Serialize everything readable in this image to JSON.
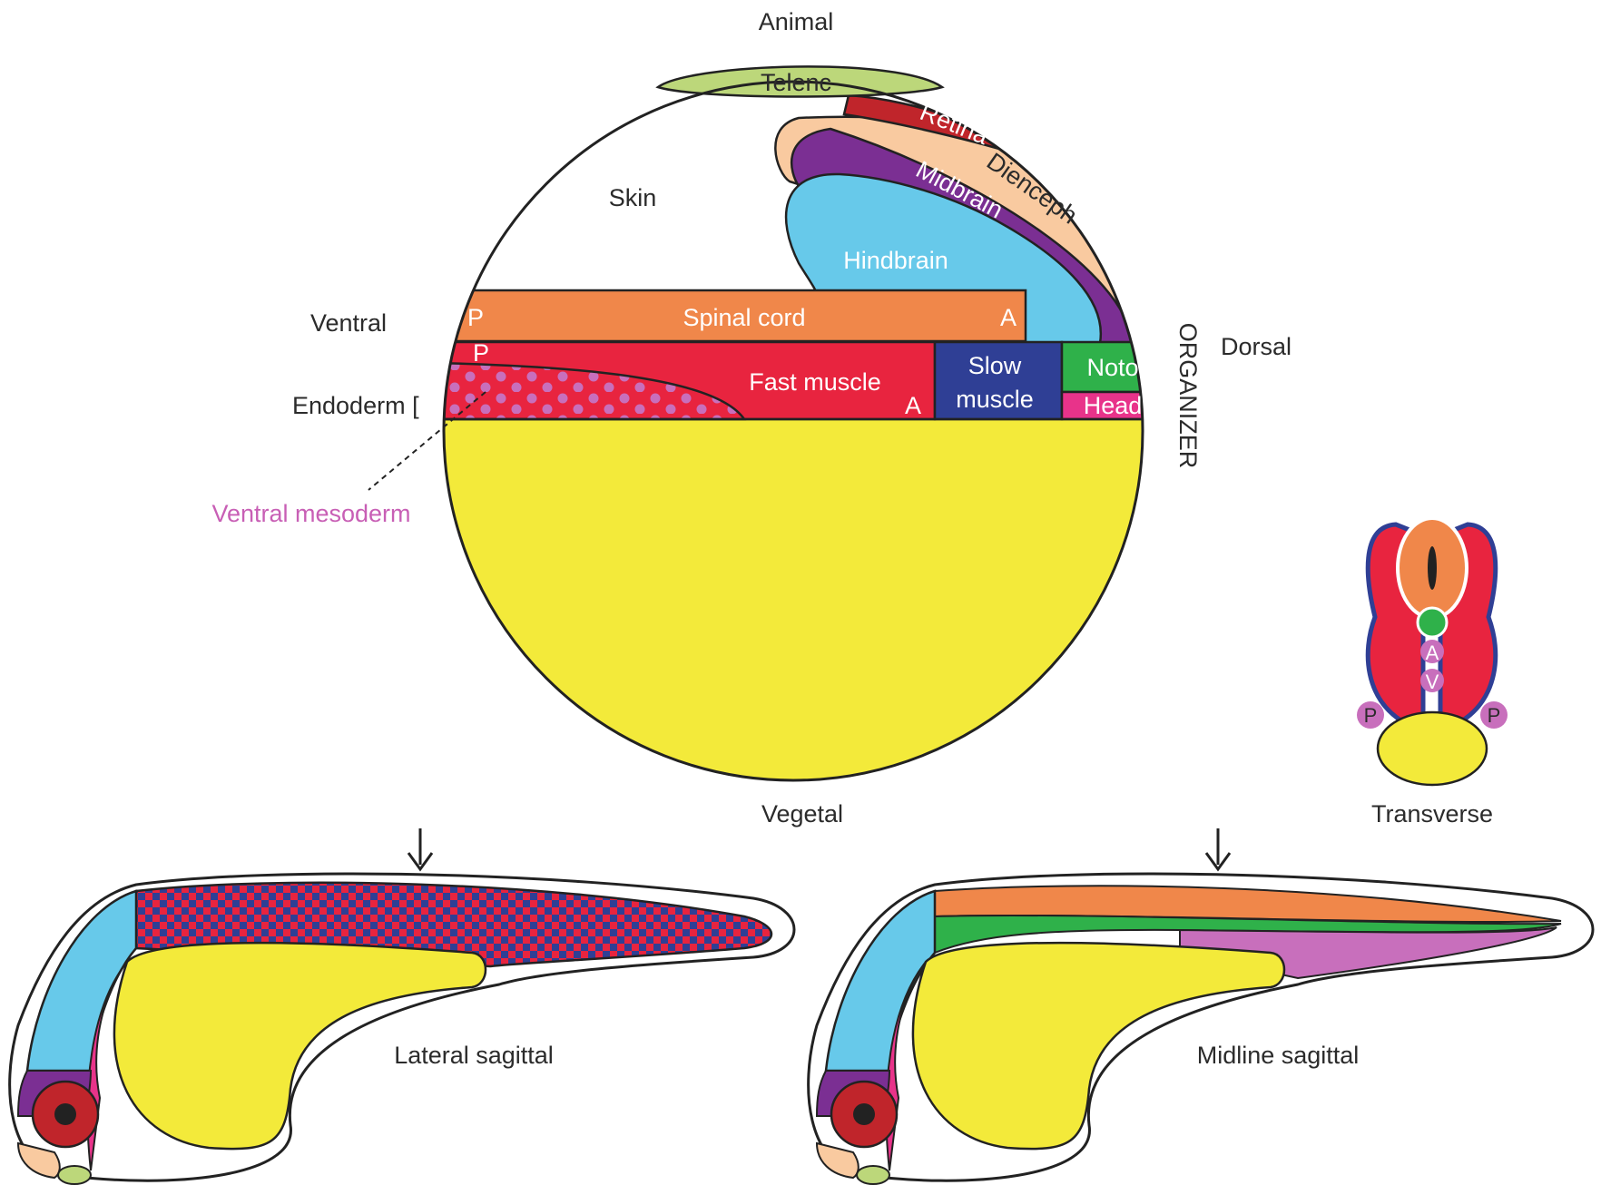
{
  "labels": {
    "animal": "Animal",
    "vegetal": "Vegetal",
    "ventral": "Ventral",
    "dorsal": "Dorsal",
    "organizer": "ORGANIZER",
    "endoderm": "Endoderm [",
    "ventral_mesoderm": "Ventral mesoderm",
    "transverse": "Transverse",
    "lateral_sagittal": "Lateral sagittal",
    "midline_sagittal": "Midline sagittal"
  },
  "regions": {
    "telenc": "Telenc",
    "retina": "Retina",
    "diencephalon": "Dienceph",
    "midbrain": "Midbrain",
    "hindbrain": "Hindbrain",
    "skin": "Skin",
    "spinal_cord": "Spinal cord",
    "fast_muscle": "Fast muscle",
    "slow_muscle_1": "Slow",
    "slow_muscle_2": "muscle",
    "noto": "Noto",
    "head": "Head",
    "p": "P",
    "a": "A",
    "v": "V"
  },
  "colors": {
    "telenc": "#bcd77a",
    "retina": "#c0252b",
    "diencephalon": "#f9caa0",
    "midbrain": "#7b2f93",
    "hindbrain": "#67c9ea",
    "spinal_cord": "#f0874a",
    "fast_muscle": "#e8243f",
    "slow_muscle": "#2f3f95",
    "noto": "#2fb14a",
    "head": "#e8338a",
    "yolk": "#f3ea3a",
    "ventral_mesoderm": "#c86fbc",
    "outline": "#222222"
  }
}
